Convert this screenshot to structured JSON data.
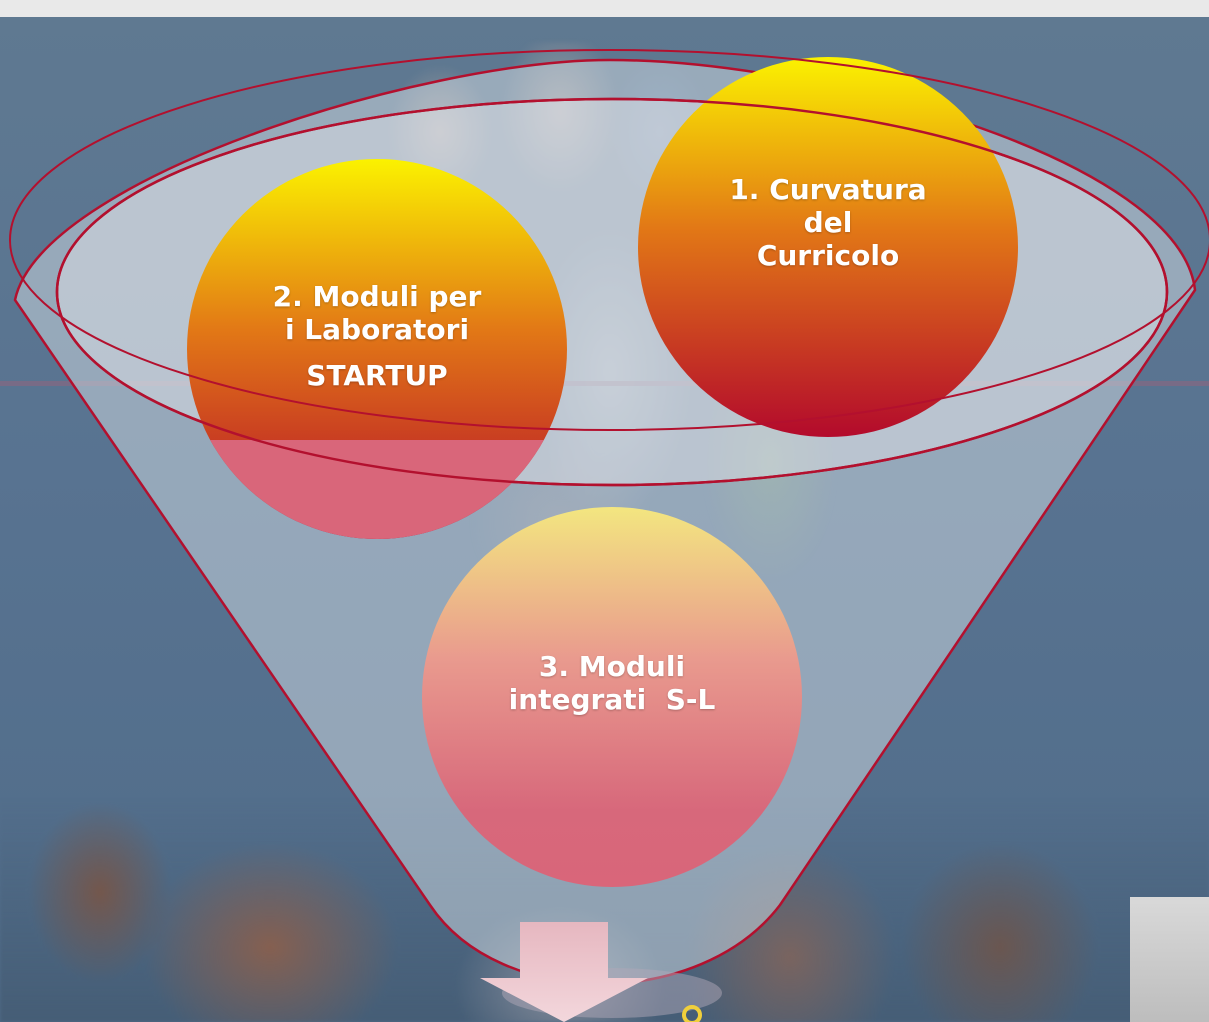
{
  "slide": {
    "background_color": "#587391",
    "funnel_outline_color": "#b3102e",
    "bubble_gradient": [
      "#fbf200",
      "#e07a14",
      "#b40a2c"
    ],
    "bubble_faded_color": "#d9657a"
  },
  "bubbles": [
    {
      "id": "curvatura",
      "lines": [
        "1. Curvatura",
        "del",
        "Curricolo"
      ]
    },
    {
      "id": "moduli-lab",
      "lines": [
        "2. Moduli per",
        "i Laboratori",
        "STARTUP"
      ]
    },
    {
      "id": "moduli-sl",
      "lines": [
        "3. Moduli",
        "integrati  S-L"
      ]
    }
  ],
  "icons": {
    "output_arrow": "down-arrow-icon"
  }
}
